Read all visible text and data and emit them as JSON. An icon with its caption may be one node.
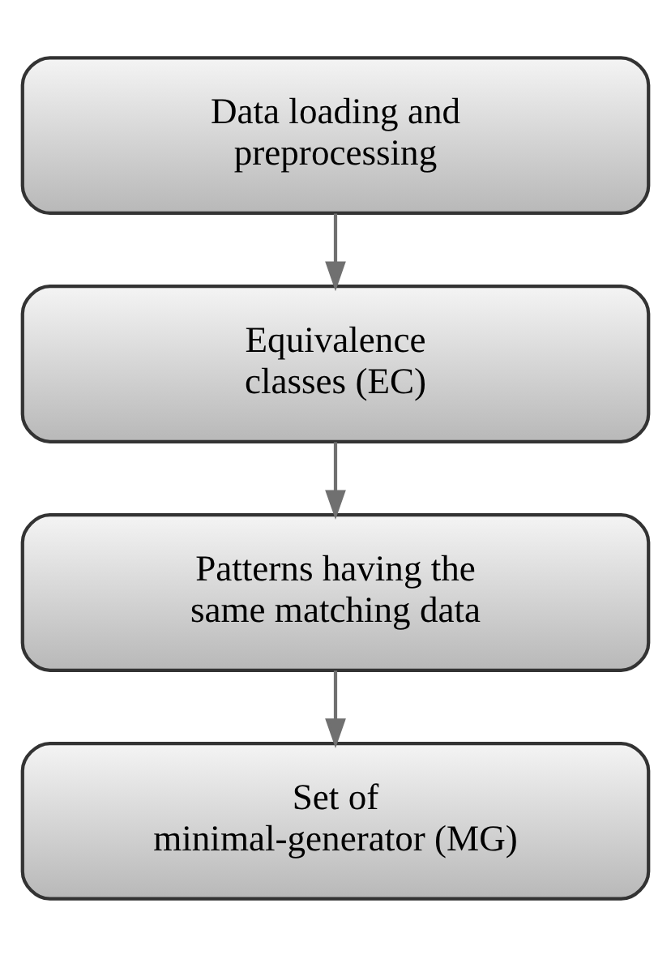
{
  "diagram": {
    "nodes": [
      {
        "text": [
          "Data loading and preprocessing"
        ]
      },
      {
        "text": [
          "Equivalence classes (EC)"
        ]
      },
      {
        "text": [
          "Patterns having the same matching data"
        ]
      },
      {
        "text": [
          "Set of minimal-generator (MG)"
        ]
      }
    ],
    "edges": [
      {
        "from": 0,
        "to": 1,
        "arrow": "to"
      },
      {
        "from": 1,
        "to": 2,
        "arrow": "to"
      },
      {
        "from": 2,
        "to": 3,
        "arrow": "to"
      }
    ]
  }
}
